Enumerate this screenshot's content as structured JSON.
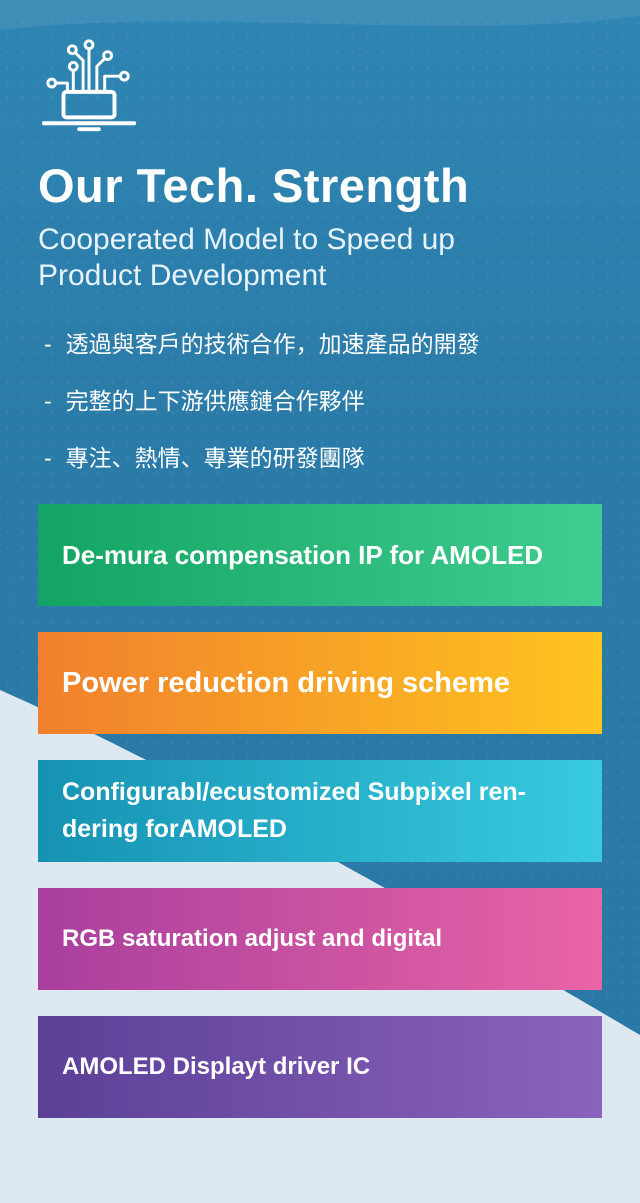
{
  "header": {
    "title": "Our Tech. Strength",
    "subtitle": "Cooperated Model to Speed up Product Development"
  },
  "icon": {
    "name": "laptop-circuit-icon"
  },
  "bullets": [
    {
      "dash": "-",
      "text": "透過與客戶的技術合作，加速產品的開發"
    },
    {
      "dash": "-",
      "text": "完整的上下游供應鏈合作夥伴"
    },
    {
      "dash": "-",
      "text": "專注、熱情、專業的研發團隊"
    }
  ],
  "banners": [
    {
      "id": "demura",
      "label": "De-mura compensation IP for AMOLED",
      "color_from": "#13A363",
      "color_to": "#40CE90"
    },
    {
      "id": "power",
      "label": "Power reduction driving scheme",
      "color_from": "#F0802D",
      "color_to": "#FFC41F"
    },
    {
      "id": "subpixel",
      "label": "Configurabl/ecustomized Subpixel ren-\ndering forAMOLED",
      "color_from": "#1692B3",
      "color_to": "#38CBE0"
    },
    {
      "id": "rgb",
      "label": "RGB saturation adjust and digital",
      "color_from": "#A83F9D",
      "color_to": "#EA64A6"
    },
    {
      "id": "ddic",
      "label": "AMOLED Displayt driver IC",
      "color_from": "#5B4098",
      "color_to": "#8B62BC"
    }
  ],
  "theme": {
    "background_blue": "#2B7BA8",
    "wave_light": "#DEE8F0",
    "text_white": "#FFFFFF",
    "subtitle_tint": "#E7F3FA"
  }
}
